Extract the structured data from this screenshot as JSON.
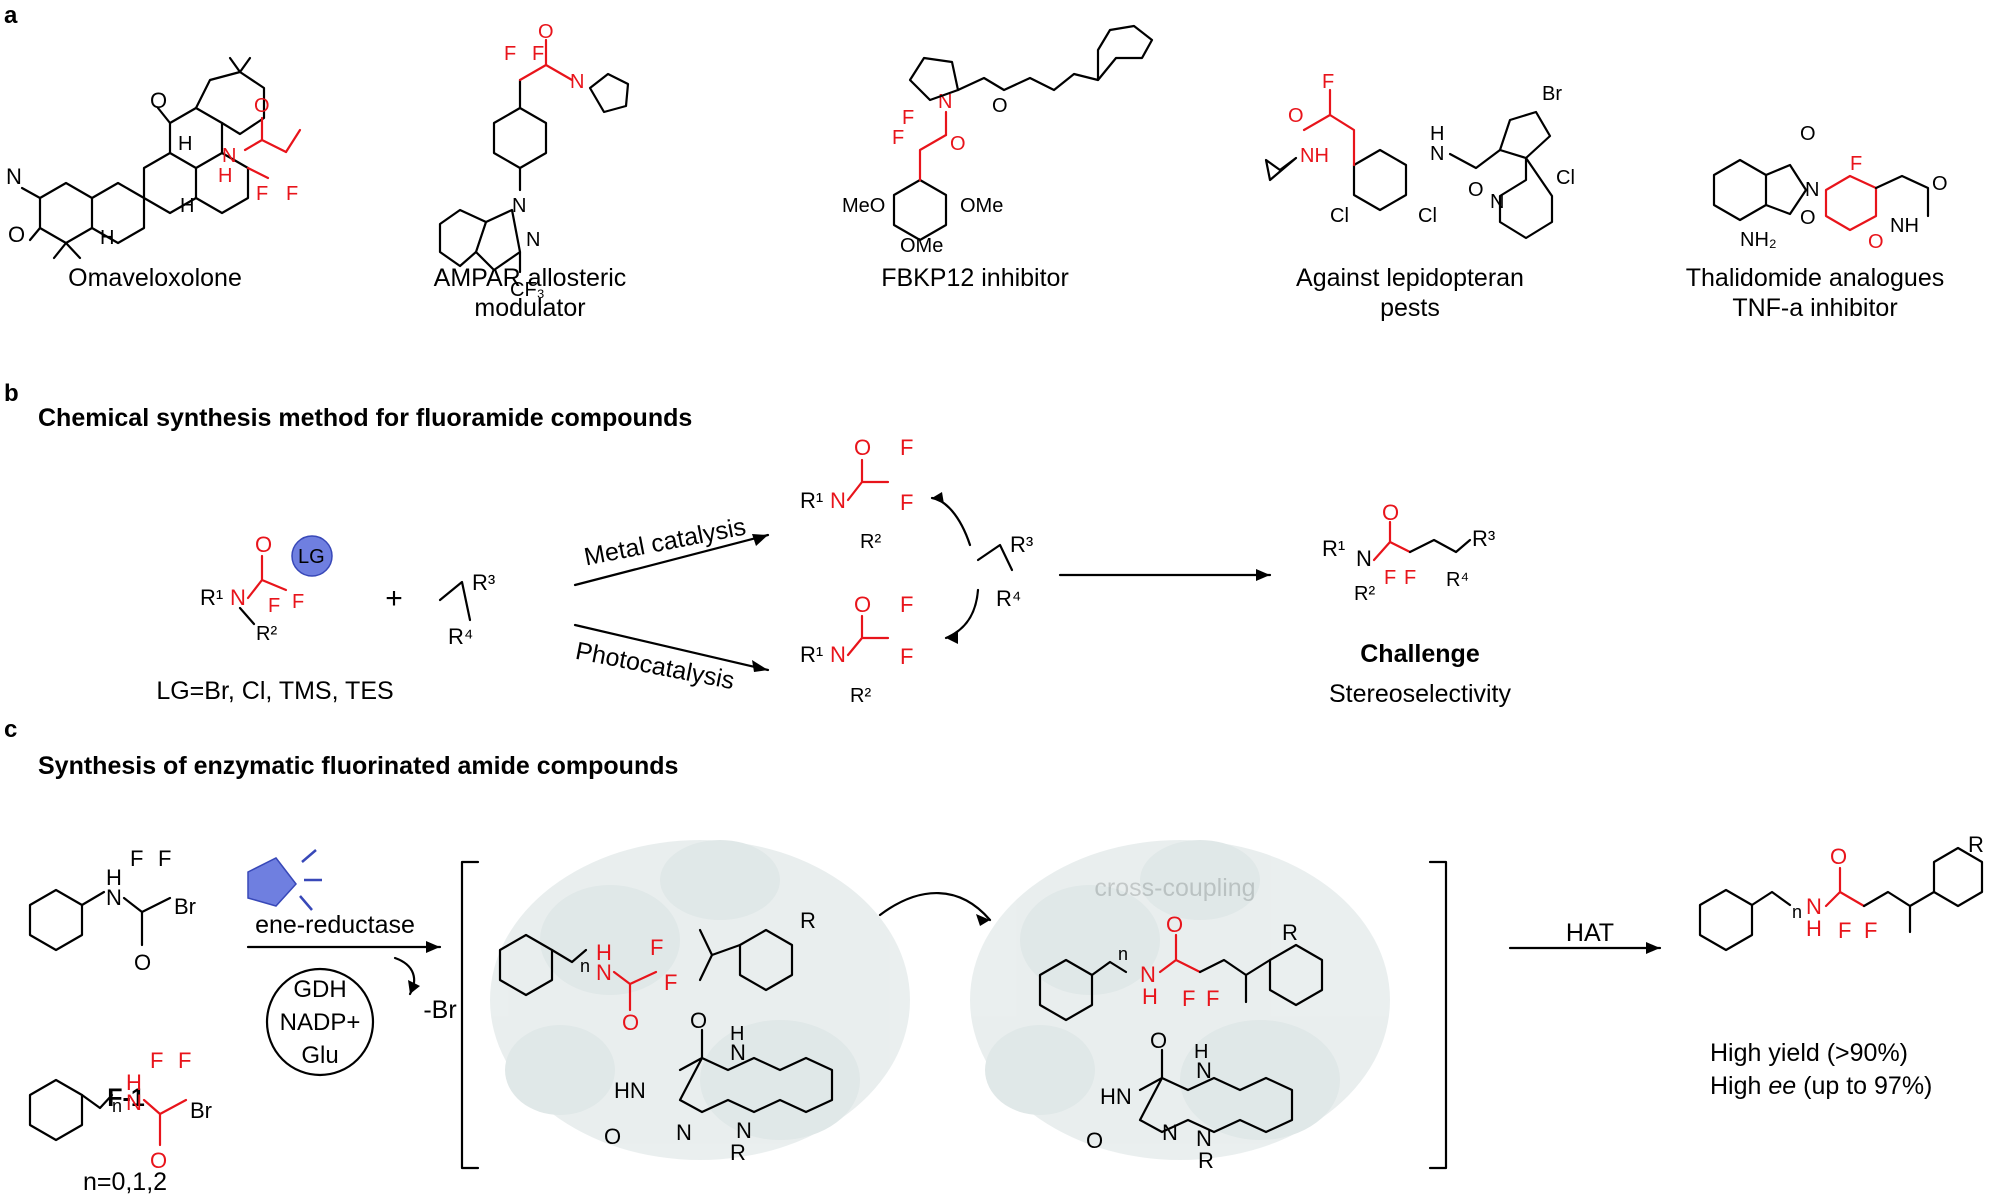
{
  "panel_a": {
    "letter": "a",
    "compounds": [
      {
        "name": "Omaveloxolone"
      },
      {
        "name": "AMPAR allosteric",
        "name2": "modulator"
      },
      {
        "name": "FBKP12 inhibitor"
      },
      {
        "name": "Against lepidopteran",
        "name2": "pests"
      },
      {
        "name": "Thalidomide analogues",
        "name2": "TNF-a inhibitor"
      }
    ]
  },
  "panel_b": {
    "letter": "b",
    "heading": "Chemical synthesis method for fluoramide compounds",
    "leaving_group_note": "LG=Br, Cl, TMS, TES",
    "plus": "+",
    "route_metal": "Metal catalysis",
    "route_photo": "Photocatalysis",
    "challenge_title": "Challenge",
    "challenge_text": "Stereoselectivity"
  },
  "panel_c": {
    "letter": "c",
    "heading": "Synthesis of enzymatic fluorinated amide compounds",
    "substrate_label": "F-1",
    "n_values": "n=0,1,2",
    "enzyme": "ene-reductase",
    "cofactor_1": "GDH",
    "cofactor_2": "NADP+",
    "cofactor_3": "Glu",
    "leaving": "-Br",
    "step_coupling": "cross-coupling",
    "step_hat": "HAT",
    "result_yield": "High yield (>90%)",
    "result_ee_prefix": "High ",
    "result_ee_italic": "ee",
    "result_ee_suffix": " (up to 97%)"
  },
  "colors": {
    "highlight": "#e8141b",
    "protein": "#d9e3e3",
    "light_icon": "#5b6fd6"
  }
}
